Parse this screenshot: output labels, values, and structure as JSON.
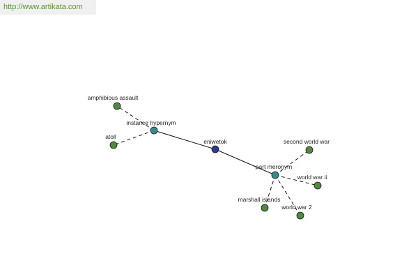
{
  "watermark": {
    "text": "http://www.artikata.com"
  },
  "colors": {
    "center": "#2d3a8c",
    "relation": "#3a8a8a",
    "leaf": "#4f8a3f",
    "watermark_text": "#58942f",
    "watermark_bg": "#f0f0f0"
  },
  "graph": {
    "nodes": [
      {
        "id": "eniwetok",
        "label": "eniwetok",
        "kind": "center"
      },
      {
        "id": "instance-hypernym",
        "label": "instance hypernym",
        "kind": "relation"
      },
      {
        "id": "part-meronym",
        "label": "part meronym",
        "kind": "relation"
      },
      {
        "id": "amphibious-assault",
        "label": "amphibious assault",
        "kind": "leaf"
      },
      {
        "id": "atoll",
        "label": "atoll",
        "kind": "leaf"
      },
      {
        "id": "second-world-war",
        "label": "second world war",
        "kind": "leaf"
      },
      {
        "id": "world-war-ii",
        "label": "world war ii",
        "kind": "leaf"
      },
      {
        "id": "marshall-islands",
        "label": "marshall islands",
        "kind": "leaf"
      },
      {
        "id": "world-war-2",
        "label": "world war 2",
        "kind": "leaf"
      }
    ],
    "edges": [
      {
        "from": "eniwetok",
        "to": "instance-hypernym",
        "style": "solid"
      },
      {
        "from": "eniwetok",
        "to": "part-meronym",
        "style": "solid"
      },
      {
        "from": "instance-hypernym",
        "to": "amphibious-assault",
        "style": "dashed"
      },
      {
        "from": "instance-hypernym",
        "to": "atoll",
        "style": "dashed"
      },
      {
        "from": "part-meronym",
        "to": "second-world-war",
        "style": "dashed"
      },
      {
        "from": "part-meronym",
        "to": "world-war-ii",
        "style": "dashed"
      },
      {
        "from": "part-meronym",
        "to": "marshall-islands",
        "style": "dashed"
      },
      {
        "from": "part-meronym",
        "to": "world-war-2",
        "style": "dashed"
      }
    ]
  }
}
